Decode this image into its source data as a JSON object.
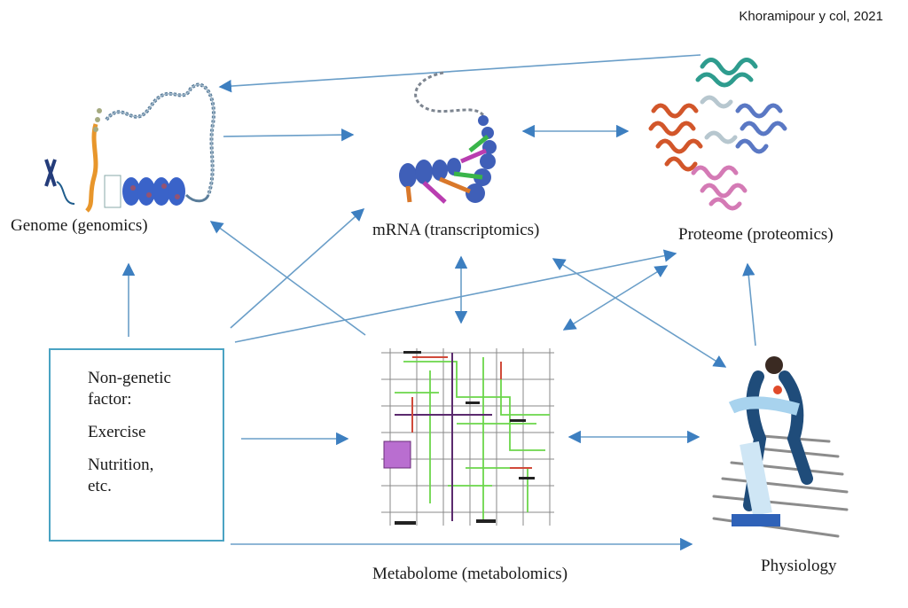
{
  "citation": "Khoramipour y col, 2021",
  "nodes": {
    "genome": {
      "label": "Genome (genomics)",
      "icon": "dna-chromosome-icon"
    },
    "mrna": {
      "label": "mRNA (transcriptomics)",
      "icon": "mrna-strand-icon"
    },
    "proteome": {
      "label": "Proteome (proteomics)",
      "icon": "protein-structure-icon"
    },
    "metabolome": {
      "label": "Metabolome (metabolomics)",
      "icon": "metabolic-pathway-map-icon"
    },
    "physiology": {
      "label": "Physiology",
      "icon": "treadmill-runner-icon"
    }
  },
  "factor_box": {
    "title": "Non-genetic factor:",
    "title_line1": "Non-genetic",
    "title_line2": "factor:",
    "item1": "Exercise",
    "item2_line1": "Nutrition,",
    "item2_line2": "etc."
  },
  "edges": [
    {
      "from": "proteome",
      "to": "genome",
      "direction": "one-way"
    },
    {
      "from": "genome",
      "to": "mrna",
      "direction": "one-way"
    },
    {
      "from": "mrna",
      "to": "proteome",
      "direction": "two-way"
    },
    {
      "from": "non-genetic-factor",
      "to": "genome",
      "direction": "one-way"
    },
    {
      "from": "non-genetic-factor",
      "to": "mrna",
      "direction": "one-way"
    },
    {
      "from": "non-genetic-factor",
      "to": "proteome",
      "direction": "one-way"
    },
    {
      "from": "metabolome",
      "to": "genome",
      "direction": "one-way"
    },
    {
      "from": "mrna",
      "to": "metabolome",
      "direction": "two-way"
    },
    {
      "from": "metabolome",
      "to": "proteome",
      "direction": "two-way"
    },
    {
      "from": "mrna",
      "to": "physiology",
      "direction": "two-way"
    },
    {
      "from": "physiology",
      "to": "proteome",
      "direction": "one-way"
    },
    {
      "from": "non-genetic-factor",
      "to": "metabolome",
      "direction": "one-way"
    },
    {
      "from": "metabolome",
      "to": "physiology",
      "direction": "two-way"
    },
    {
      "from": "non-genetic-factor",
      "to": "physiology",
      "direction": "one-way"
    }
  ],
  "colors": {
    "arrow": "#6a9ec8",
    "arrowhead": "#3d7fc0",
    "box_border": "#4aa3c3"
  }
}
